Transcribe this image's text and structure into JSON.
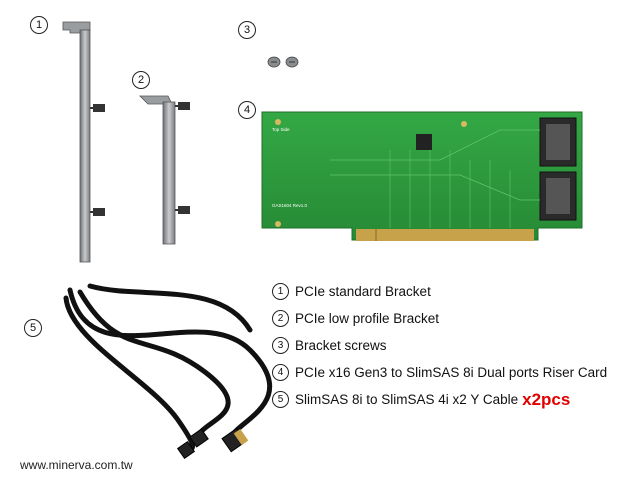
{
  "callouts": {
    "n1": "1",
    "n2": "2",
    "n3": "3",
    "n4": "4",
    "n5": "5"
  },
  "legend": [
    {
      "num": "1",
      "text": "PCIe standard Bracket"
    },
    {
      "num": "2",
      "text": "PCIe low profile Bracket"
    },
    {
      "num": "3",
      "text": "Bracket screws"
    },
    {
      "num": "4",
      "text": "PCIe x16 Gen3 to SlimSAS 8i Dual ports Riser Card"
    },
    {
      "num": "5",
      "text": "SlimSAS 8i to SlimSAS 4i x2 Y Cable",
      "qty": "x2pcs"
    }
  ],
  "card": {
    "top_side": "Top Side",
    "model": "GAS1604 Rev1.0"
  },
  "footer": {
    "url": "www.minerva.com.tw"
  },
  "colors": {
    "pcb": "#2e9e3e",
    "gold": "#c8a24a",
    "qty": "#e00000",
    "metal": "#8a8d90"
  }
}
